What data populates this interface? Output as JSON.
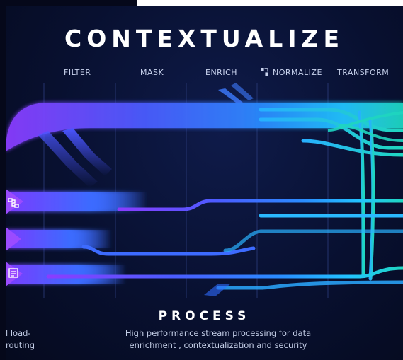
{
  "header": {
    "title": "CONTEXTUALIZE"
  },
  "stages": [
    "FILTER",
    "MASK",
    "ENRICH",
    "NORMALIZE",
    "TRANSFORM"
  ],
  "process": {
    "title": "PROCESS",
    "description_line1": "High performance stream processing for data",
    "description_line2": "enrichment , contextualization and security"
  },
  "side_caption": {
    "line1": "l load-",
    "line2": "routing"
  },
  "colors": {
    "background": "#070d28",
    "violet": "#7b3cff",
    "blue": "#2f6dff",
    "cyan": "#22b8ff",
    "teal": "#1fd6c0"
  },
  "icons": [
    "normalize-icon",
    "routing-icon",
    "document-icon"
  ]
}
